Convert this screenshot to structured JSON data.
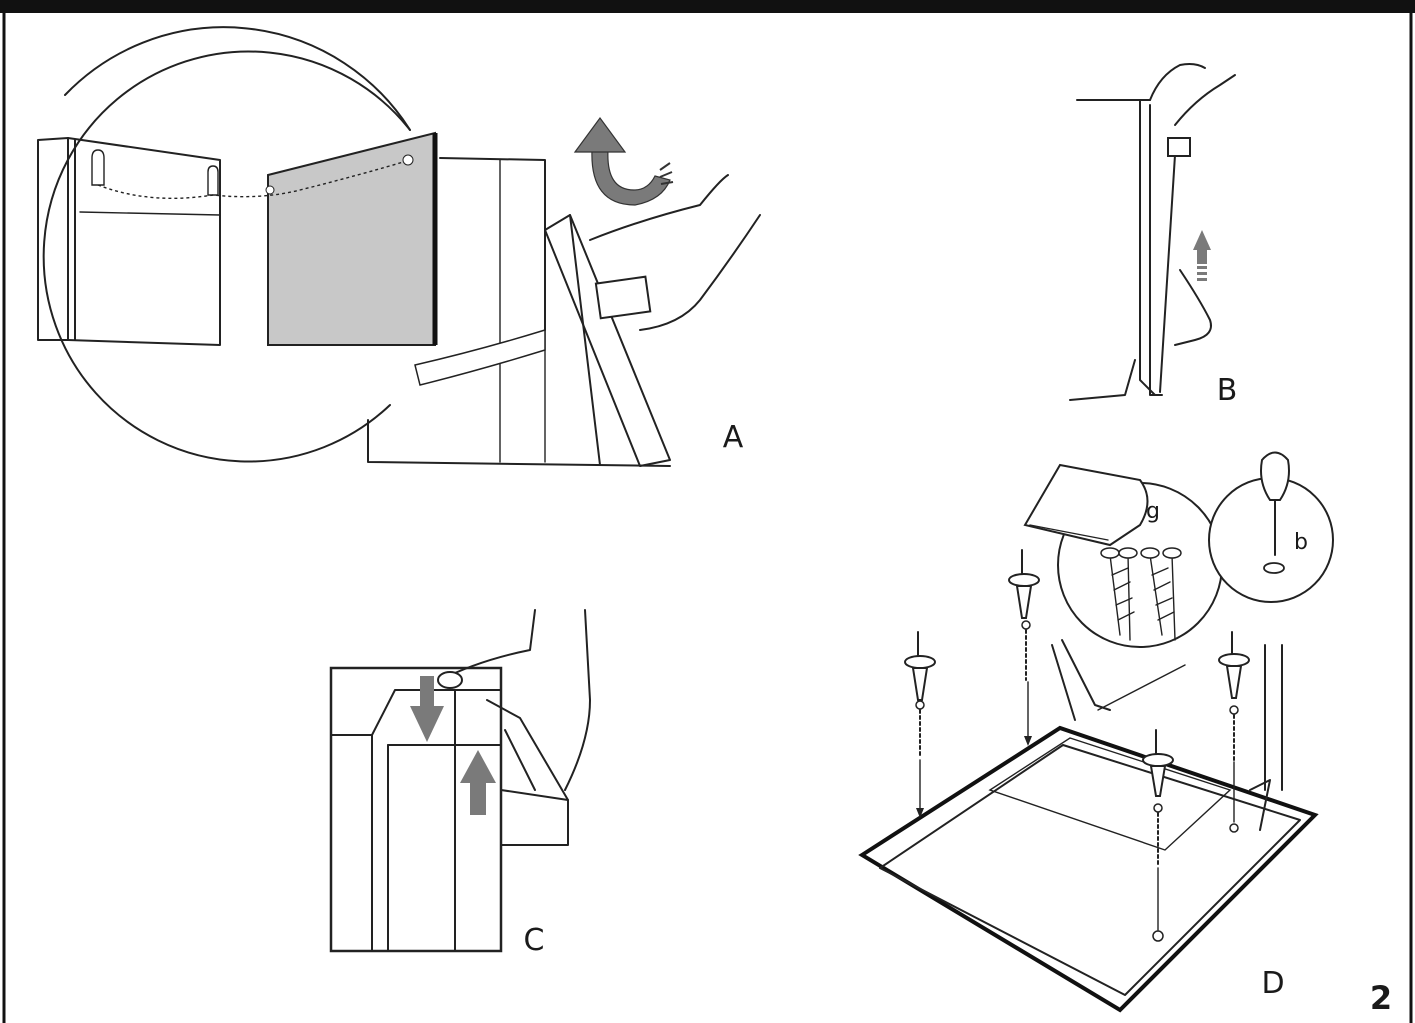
{
  "figure": {
    "page_number": "2",
    "panels": [
      {
        "id": "A",
        "label": "A"
      },
      {
        "id": "B",
        "label": "B"
      },
      {
        "id": "C",
        "label": "C"
      },
      {
        "id": "D",
        "label": "D"
      }
    ],
    "callouts": {
      "g": "g",
      "b": "b"
    }
  },
  "colors": {
    "arrow_gray": "#7a7a7a",
    "panel_gray": "#c8c8c8",
    "line": "#222222"
  }
}
